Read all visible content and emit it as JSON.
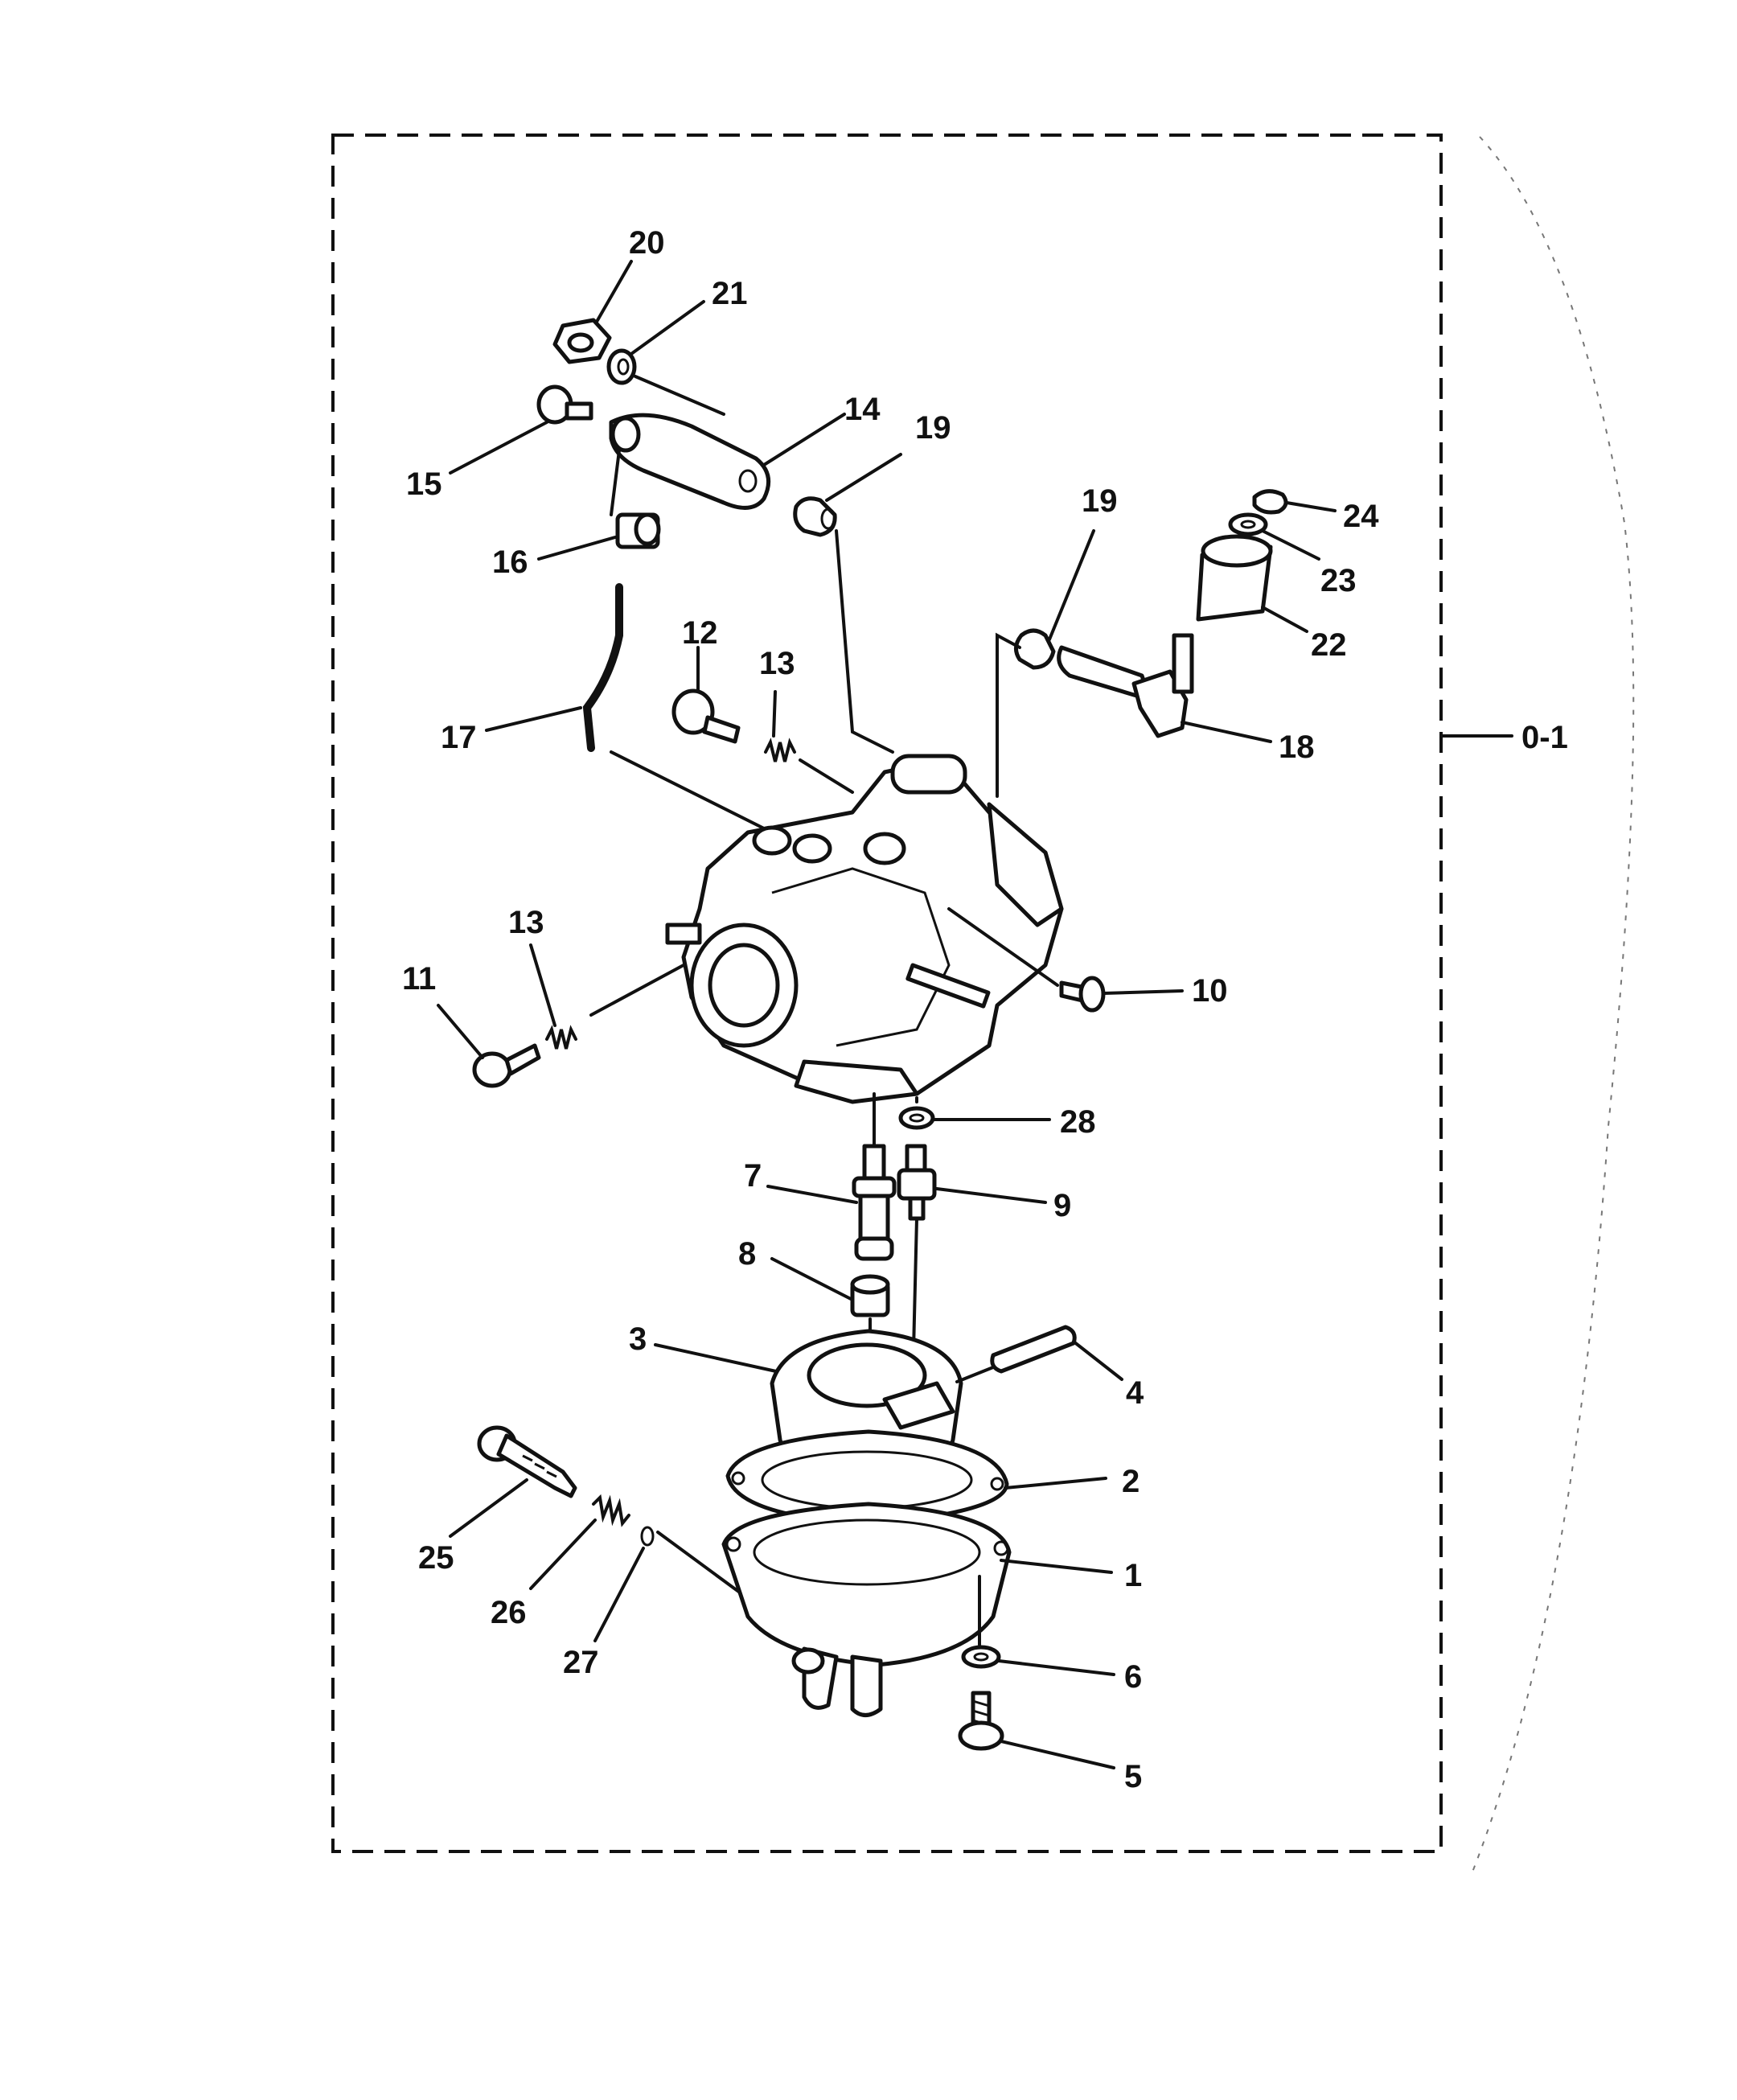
{
  "assembly_ref": "0-1",
  "callouts": {
    "p1": "1",
    "p2": "2",
    "p3": "3",
    "p4": "4",
    "p5": "5",
    "p6": "6",
    "p7": "7",
    "p8": "8",
    "p9": "9",
    "p10": "10",
    "p11": "11",
    "p12": "12",
    "p13a": "13",
    "p13b": "13",
    "p14": "14",
    "p15": "15",
    "p16": "16",
    "p17": "17",
    "p18": "18",
    "p19a": "19",
    "p19b": "19",
    "p20": "20",
    "p21": "21",
    "p22": "22",
    "p23": "23",
    "p24": "24",
    "p25": "25",
    "p26": "26",
    "p27": "27",
    "p28": "28"
  }
}
